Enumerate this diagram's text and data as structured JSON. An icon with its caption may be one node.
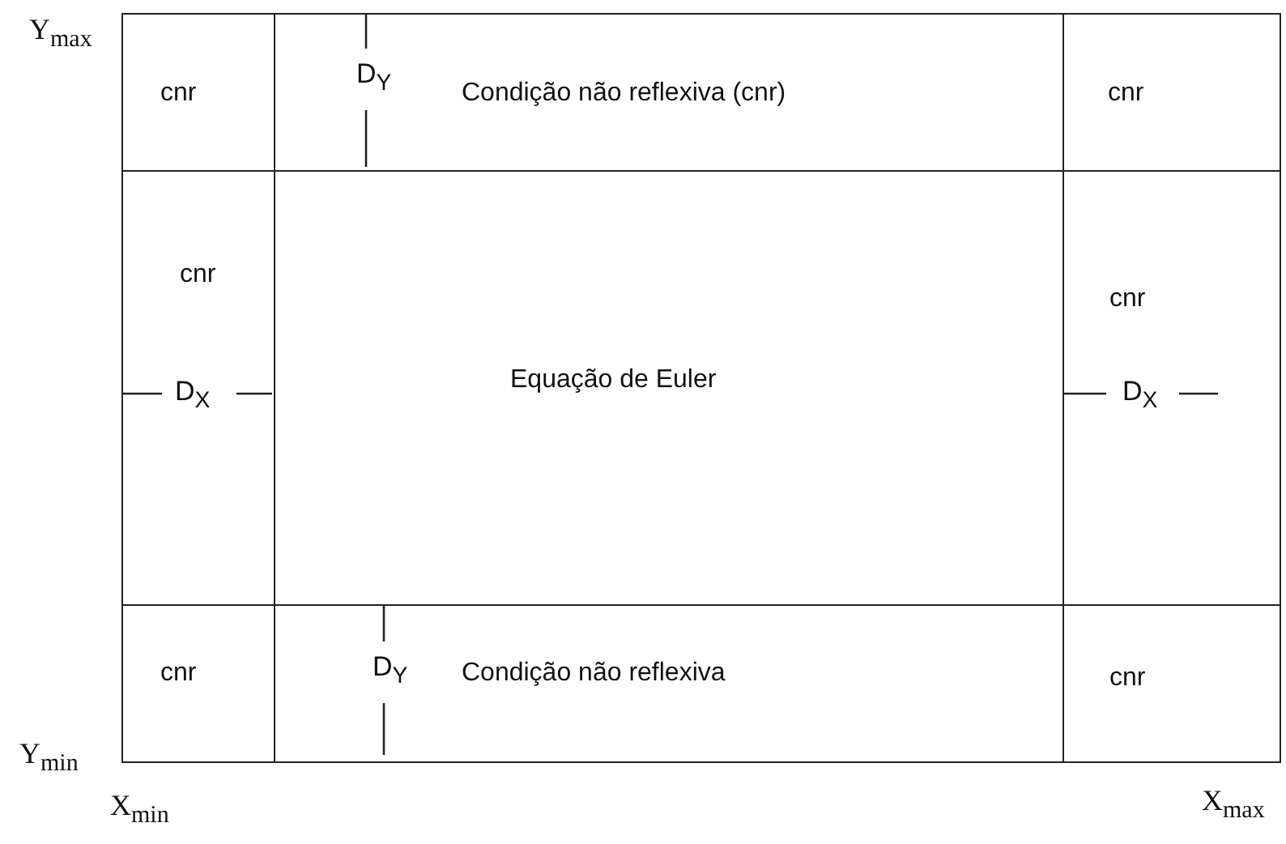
{
  "diagram": {
    "nodes": [
      {
        "text": [
          "cnr"
        ]
      },
      {
        "text": [
          "Condição não reflexiva (cnr)"
        ]
      },
      {
        "text": [
          "cnr"
        ]
      },
      {
        "text": [
          "cnr"
        ]
      },
      {
        "text": [
          "Equação de Euler"
        ]
      },
      {
        "text": [
          "cnr"
        ]
      },
      {
        "text": [
          "cnr"
        ]
      },
      {
        "text": [
          "Condição não reflexiva"
        ]
      },
      {
        "text": [
          "cnr"
        ]
      }
    ],
    "edges": [],
    "labels": [
      "Y$_{max}$",
      "D$_{Y}$",
      "D$_{X}$",
      "D$_{X}$",
      "D$_{Y}$",
      "Y$_{min}$",
      "X$_{min}$",
      "X$_{max}$"
    ]
  }
}
